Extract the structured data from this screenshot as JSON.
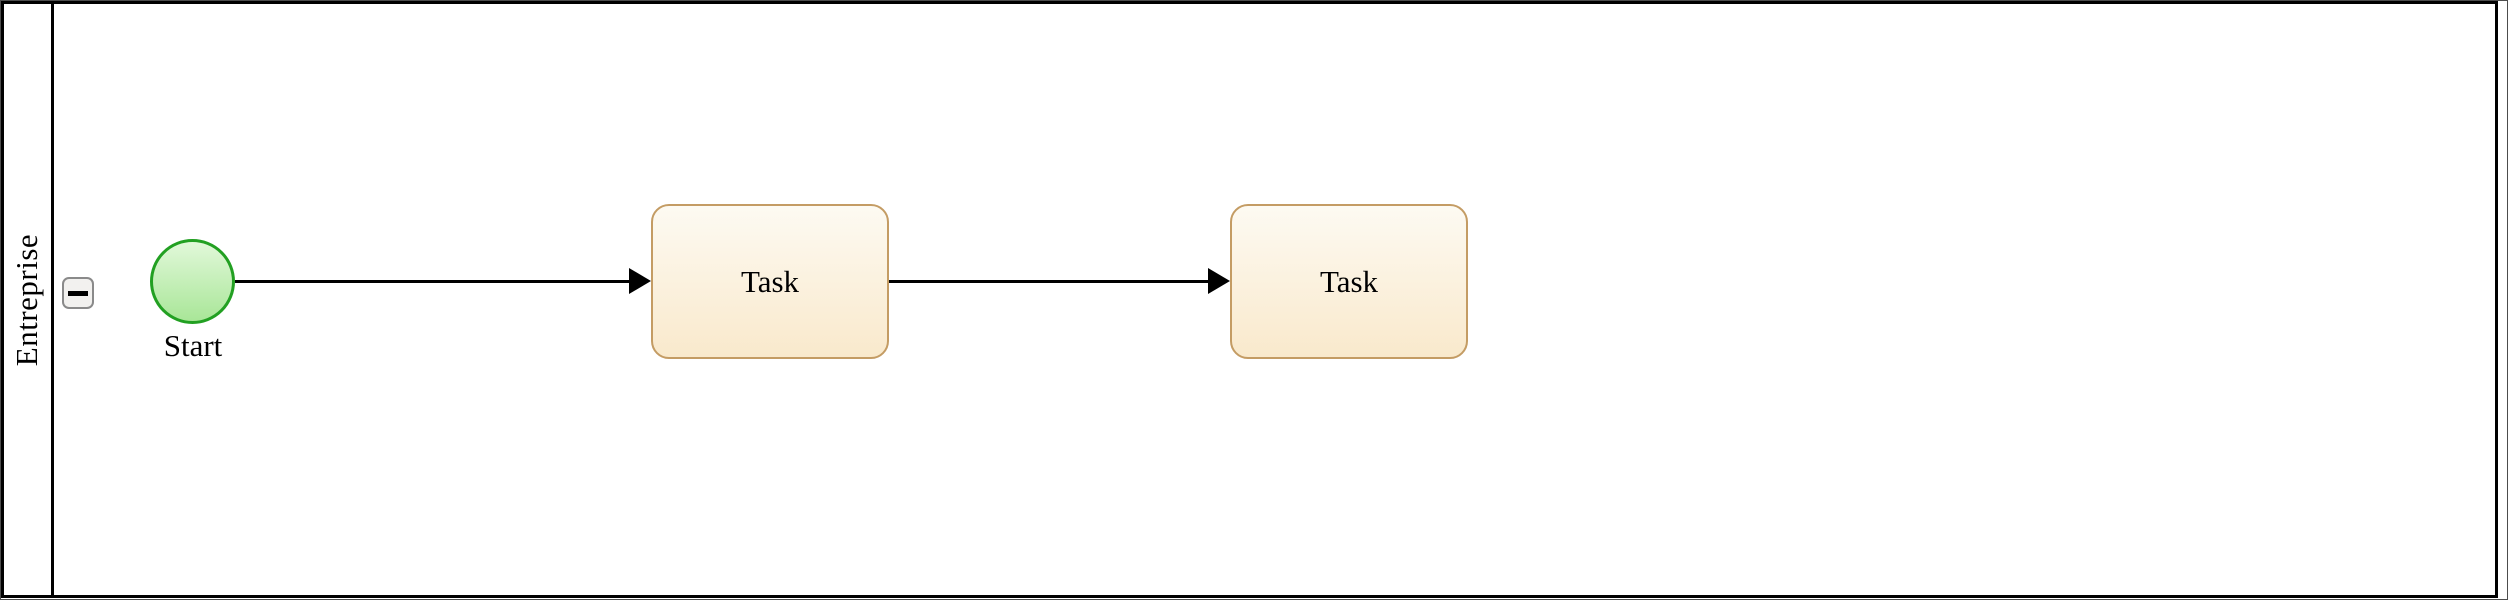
{
  "pool": {
    "label": "Entreprise",
    "collapse_icon": "minus"
  },
  "nodes": {
    "start": {
      "type": "start-event",
      "label": "Start"
    },
    "task1": {
      "type": "task",
      "label": "Task"
    },
    "task2": {
      "type": "task",
      "label": "Task"
    }
  },
  "flows": [
    {
      "from": "start",
      "to": "task1"
    },
    {
      "from": "task1",
      "to": "task2"
    }
  ],
  "colors": {
    "pool_border": "#000000",
    "flow_line": "#000000",
    "start_border": "#22a022",
    "start_fill_top": "#e1f8d9",
    "start_fill_bottom": "#a9e698",
    "task_border": "#c49c64",
    "task_fill_top": "#fdfaf2",
    "task_fill_bottom": "#f9e9cc",
    "collapse_bg": "#f2f1ef",
    "collapse_border": "#8a8a8a"
  }
}
